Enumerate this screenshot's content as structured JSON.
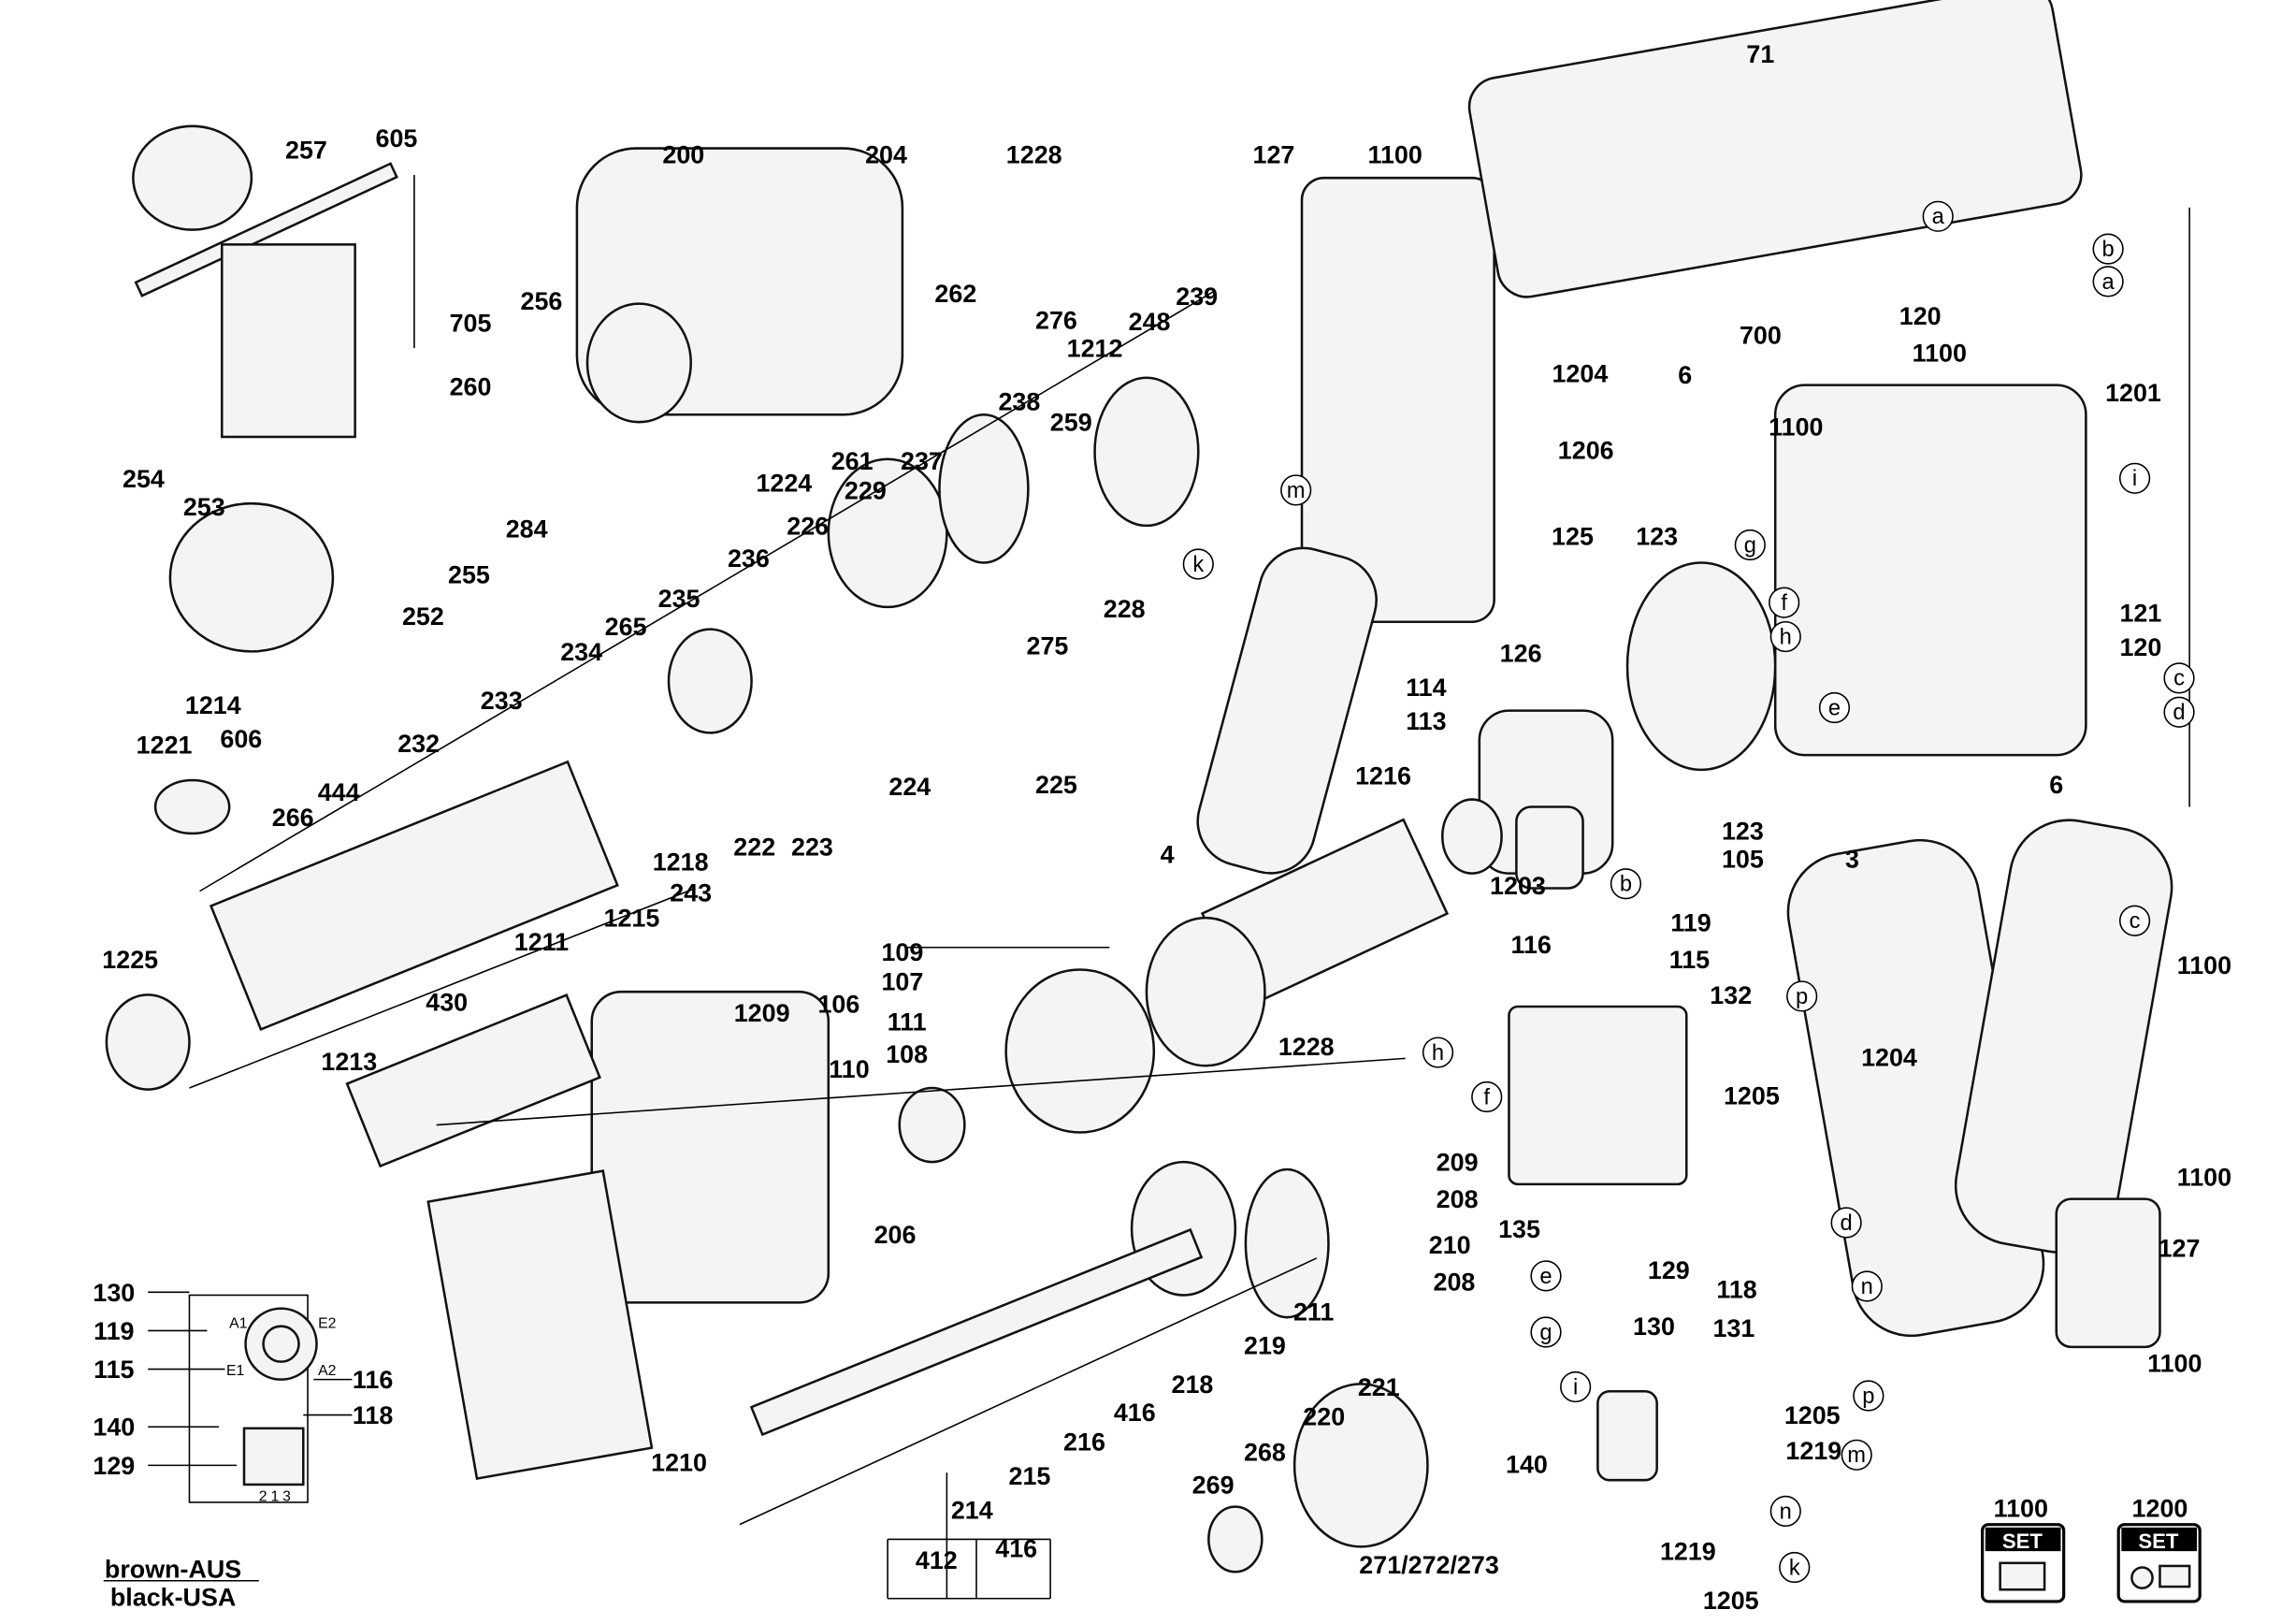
{
  "callouts": [
    "257",
    "605",
    "705",
    "200",
    "204",
    "1228",
    "127",
    "1100",
    "71",
    "700",
    "256",
    "260",
    "262",
    "276",
    "239",
    "248",
    "1212",
    "1204",
    "6",
    "1100",
    "120",
    "a",
    "b",
    "a",
    "1201",
    "1206",
    "1100",
    "i",
    "254",
    "253",
    "255",
    "252",
    "1224",
    "261",
    "237",
    "229",
    "238",
    "259",
    "284",
    "226",
    "236",
    "235",
    "265",
    "234",
    "233",
    "232",
    "228",
    "275",
    "125",
    "123",
    "g",
    "121",
    "120",
    "c",
    "d",
    "f",
    "h",
    "126",
    "114",
    "113",
    "e",
    "1216",
    "1221",
    "1214",
    "606",
    "444",
    "266",
    "224",
    "225",
    "4",
    "123",
    "105",
    "3",
    "6",
    "1218",
    "222",
    "223",
    "1203",
    "b",
    "c",
    "1225",
    "430",
    "1211",
    "1215",
    "243",
    "1209",
    "106",
    "109",
    "107",
    "119",
    "116",
    "115",
    "132",
    "p",
    "1100",
    "111",
    "108",
    "1228",
    "h",
    "1213",
    "1205",
    "1204",
    "f",
    "110",
    "209",
    "208",
    "1100",
    "210",
    "135",
    "d",
    "206",
    "208",
    "129",
    "118",
    "n",
    "e",
    "127",
    "211",
    "219",
    "218",
    "131",
    "g",
    "130",
    "1100",
    "221",
    "220",
    "416",
    "216",
    "215",
    "214",
    "1210",
    "i",
    "140",
    "1205",
    "p",
    "1219",
    "m",
    "n",
    "268",
    "269",
    "1219",
    "k",
    "1205",
    "271/272/273",
    "412",
    "416",
    "1100",
    "1200",
    "m",
    "k"
  ],
  "schematic": {
    "labels": [
      "130",
      "119",
      "115",
      "140",
      "129",
      "116",
      "118"
    ],
    "terminals": [
      "A1",
      "E2",
      "E1",
      "A2",
      "2",
      "1",
      "3"
    ],
    "legend": [
      "brown-AUS",
      "black-USA"
    ]
  },
  "set_badges": [
    "SET",
    "SET"
  ]
}
